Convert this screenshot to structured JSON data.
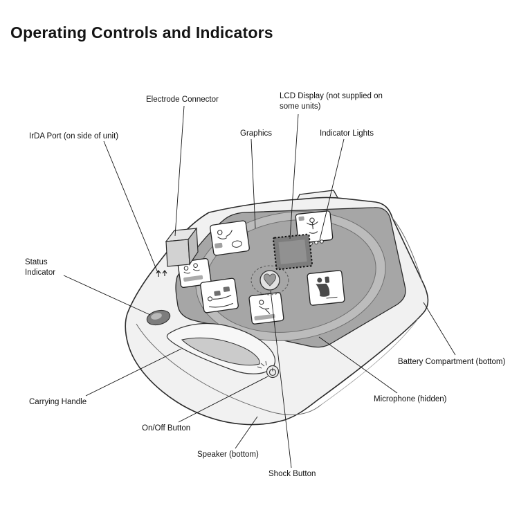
{
  "page": {
    "title": "Operating Controls and Indicators"
  },
  "labels": {
    "electrode_connector": "Electrode Connector",
    "lcd_display": "LCD Display (not supplied on some units)",
    "irda_port": "IrDA Port (on side of unit)",
    "graphics": "Graphics",
    "indicator_lights": "Indicator Lights",
    "status_indicator": "Status Indicator",
    "battery_compartment": "Battery Compartment (bottom)",
    "carrying_handle": "Carrying Handle",
    "microphone": "Microphone (hidden)",
    "on_off_button": "On/Off Button",
    "speaker": "Speaker (bottom)",
    "shock_button": "Shock Button"
  },
  "colors": {
    "ink": "#141414",
    "body_gray": "#f1f1f1",
    "panel_gray": "#a6a6a6",
    "lcd_gray": "#7d7d7d"
  }
}
